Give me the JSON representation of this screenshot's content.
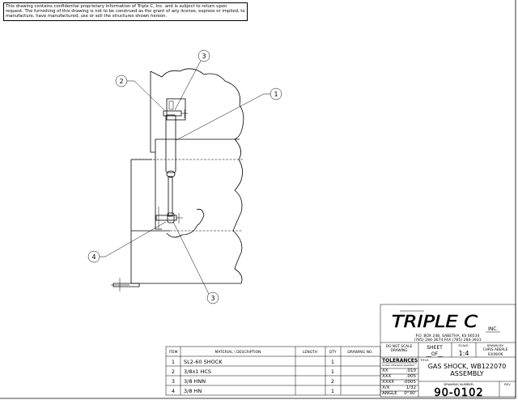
{
  "notice": "This drawing contains confidential proprietary information of Triple C, Inc. and is subject to return upon request.  The furnishing of this drawing is not to be construed as the grant of any license, express or implied, to manufacture, have manufactured, use or sell the structures shown hereon.",
  "balloons": {
    "b1": "1",
    "b2": "2",
    "b3_top": "3",
    "b3_bottom": "3",
    "b4": "4"
  },
  "parts_table": {
    "headers": {
      "item": "ITEM",
      "material": "MATERIAL \\ DESCRIPTION",
      "length": "LENGTH",
      "qty": "QTY",
      "drawing_no": "DRAWING NO."
    },
    "rows": [
      {
        "item": "1",
        "material": "SL2-60 SHOCK",
        "length": "",
        "qty": "1",
        "drawing_no": ""
      },
      {
        "item": "2",
        "material": "3/8x1 HCS",
        "length": "",
        "qty": "1",
        "drawing_no": ""
      },
      {
        "item": "3",
        "material": "3/8 HNN",
        "length": "",
        "qty": "2",
        "drawing_no": ""
      },
      {
        "item": "4",
        "material": "3/8 HN",
        "length": "",
        "qty": "1",
        "drawing_no": ""
      }
    ]
  },
  "title_block": {
    "company": "TRIPLE C",
    "company_suffix": "INC.",
    "address1": "P.O. BOX 248,   SABETHA, KS  66534",
    "address2": "(785) 284-3674    FAX (785) 284-3931",
    "do_not_scale1": "DO NOT SCALE",
    "do_not_scale2": "DRAWING",
    "sheet_label": "SHEET",
    "sheet_of": "__OF__",
    "scale_label": "SCALE:",
    "scale": "1:4",
    "drawn_by_label": "DRAWN BY:",
    "drawn_by": "CHRIS ABERLE",
    "date": "03/09/06",
    "tolerances": "TOLERANCES",
    "tolerances_note": "Unless otherwise specified",
    "tol_rows": [
      {
        "k": "XX",
        "v": ".010"
      },
      {
        "k": "XXX",
        "v": ".005"
      },
      {
        "k": "XXXX",
        "v": ".0005"
      },
      {
        "k": "X/X",
        "v": "1/32"
      },
      {
        "k": "ANGLE",
        "v": "0°30'"
      }
    ],
    "title_label": "TITLE:",
    "title1": "GAS SHOCK, WB122070",
    "title2": "ASSEMBLY",
    "drawing_number_label": "DRAWING NUMBER:",
    "drawing_number": "90-0102",
    "rev_label": "REV"
  }
}
